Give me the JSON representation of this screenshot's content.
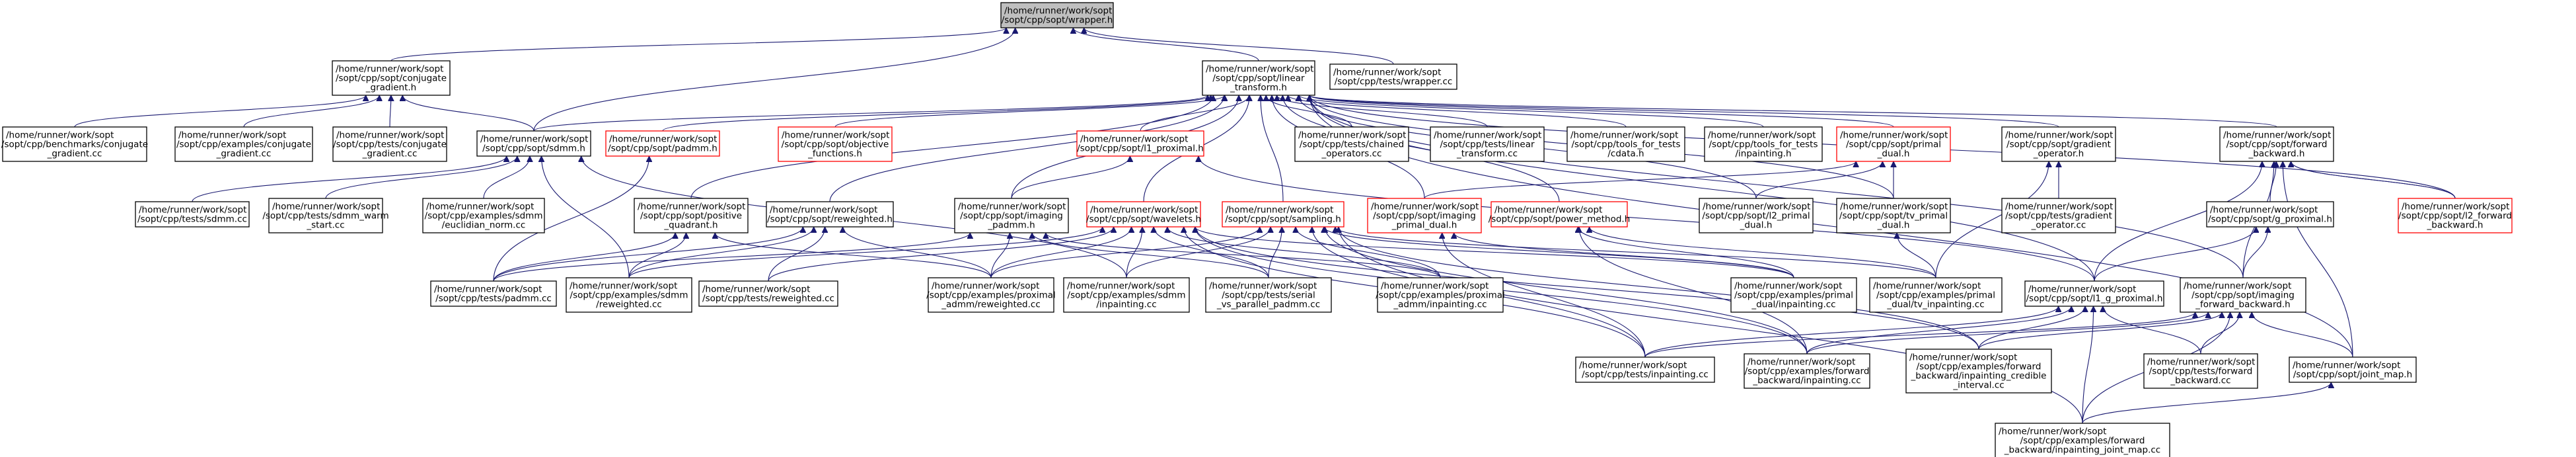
{
  "colors": {
    "root_fill": "#bfbfbf",
    "normal_fill": "#ffffff",
    "normal_border": "#000000",
    "highlight_border": "#ff0000",
    "edge": "#191970"
  },
  "nodes": [
    {
      "id": "root",
      "lines": [
        "/home/runner/work/sopt",
        "/sopt/cpp/sopt/wrapper.h"
      ],
      "style": "root"
    },
    {
      "id": "conjugate_gradient_h",
      "lines": [
        "/home/runner/work/sopt",
        "/sopt/cpp/sopt/conjugate",
        "_gradient.h"
      ],
      "style": "normal"
    },
    {
      "id": "linear_transform_h",
      "lines": [
        "/home/runner/work/sopt",
        "/sopt/cpp/sopt/linear",
        "_transform.h"
      ],
      "style": "normal"
    },
    {
      "id": "tests_wrapper_cc",
      "lines": [
        "/home/runner/work/sopt",
        "/sopt/cpp/tests/wrapper.cc"
      ],
      "style": "normal"
    },
    {
      "id": "benchmarks_conjugate_gradient_cc",
      "lines": [
        "/home/runner/work/sopt",
        "/sopt/cpp/benchmarks/conjugate",
        "_gradient.cc"
      ],
      "style": "normal"
    },
    {
      "id": "examples_conjugate_gradient_cc",
      "lines": [
        "/home/runner/work/sopt",
        "/sopt/cpp/examples/conjugate",
        "_gradient.cc"
      ],
      "style": "normal"
    },
    {
      "id": "tests_conjugate_gradient_cc",
      "lines": [
        "/home/runner/work/sopt",
        "/sopt/cpp/tests/conjugate",
        "_gradient.cc"
      ],
      "style": "normal"
    },
    {
      "id": "sdmm_h",
      "lines": [
        "/home/runner/work/sopt",
        "/sopt/cpp/sopt/sdmm.h"
      ],
      "style": "normal"
    },
    {
      "id": "padmm_h",
      "lines": [
        "/home/runner/work/sopt",
        "/sopt/cpp/sopt/padmm.h"
      ],
      "style": "highlight"
    },
    {
      "id": "objective_functions_h",
      "lines": [
        "/home/runner/work/sopt",
        "/sopt/cpp/sopt/objective",
        "_functions.h"
      ],
      "style": "highlight"
    },
    {
      "id": "l1_proximal_h",
      "lines": [
        "/home/runner/work/sopt",
        "/sopt/cpp/sopt/l1_proximal.h"
      ],
      "style": "highlight"
    },
    {
      "id": "tests_chained_operators_cc",
      "lines": [
        "/home/runner/work/sopt",
        "/sopt/cpp/tests/chained",
        "_operators.cc"
      ],
      "style": "normal"
    },
    {
      "id": "tests_linear_transform_cc",
      "lines": [
        "/home/runner/work/sopt",
        "/sopt/cpp/tests/linear",
        "_transform.cc"
      ],
      "style": "normal"
    },
    {
      "id": "tools_for_tests_cdata_h",
      "lines": [
        "/home/runner/work/sopt",
        "/sopt/cpp/tools_for_tests",
        "/cdata.h"
      ],
      "style": "normal"
    },
    {
      "id": "tools_for_tests_inpainting_h",
      "lines": [
        "/home/runner/work/sopt",
        "/sopt/cpp/tools_for_tests",
        "/inpainting.h"
      ],
      "style": "normal"
    },
    {
      "id": "primal_dual_h",
      "lines": [
        "/home/runner/work/sopt",
        "/sopt/cpp/sopt/primal",
        "_dual.h"
      ],
      "style": "highlight"
    },
    {
      "id": "gradient_operator_h",
      "lines": [
        "/home/runner/work/sopt",
        "/sopt/cpp/sopt/gradient",
        "_operator.h"
      ],
      "style": "normal"
    },
    {
      "id": "forward_backward_h",
      "lines": [
        "/home/runner/work/sopt",
        "/sopt/cpp/sopt/forward",
        "_backward.h"
      ],
      "style": "normal"
    },
    {
      "id": "tests_sdmm_cc",
      "lines": [
        "/home/runner/work/sopt",
        "/sopt/cpp/tests/sdmm.cc"
      ],
      "style": "normal"
    },
    {
      "id": "tests_sdmm_warm_start_cc",
      "lines": [
        "/home/runner/work/sopt",
        "/sopt/cpp/tests/sdmm_warm",
        "_start.cc"
      ],
      "style": "normal"
    },
    {
      "id": "examples_sdmm_euclidian_norm_cc",
      "lines": [
        "/home/runner/work/sopt",
        "/sopt/cpp/examples/sdmm",
        "/euclidian_norm.cc"
      ],
      "style": "normal"
    },
    {
      "id": "positive_quadrant_h",
      "lines": [
        "/home/runner/work/sopt",
        "/sopt/cpp/sopt/positive",
        "_quadrant.h"
      ],
      "style": "normal"
    },
    {
      "id": "reweighted_h",
      "lines": [
        "/home/runner/work/sopt",
        "/sopt/cpp/sopt/reweighted.h"
      ],
      "style": "normal"
    },
    {
      "id": "imaging_padmm_h",
      "lines": [
        "/home/runner/work/sopt",
        "/sopt/cpp/sopt/imaging",
        "_padmm.h"
      ],
      "style": "normal"
    },
    {
      "id": "wavelets_h",
      "lines": [
        "/home/runner/work/sopt",
        "/sopt/cpp/sopt/wavelets.h"
      ],
      "style": "highlight"
    },
    {
      "id": "sampling_h",
      "lines": [
        "/home/runner/work/sopt",
        "/sopt/cpp/sopt/sampling.h"
      ],
      "style": "highlight"
    },
    {
      "id": "imaging_primal_dual_h",
      "lines": [
        "/home/runner/work/sopt",
        "/sopt/cpp/sopt/imaging",
        "_primal_dual.h"
      ],
      "style": "highlight"
    },
    {
      "id": "power_method_h",
      "lines": [
        "/home/runner/work/sopt",
        "/sopt/cpp/sopt/power_method.h"
      ],
      "style": "highlight"
    },
    {
      "id": "l2_primal_dual_h",
      "lines": [
        "/home/runner/work/sopt",
        "/sopt/cpp/sopt/l2_primal",
        "_dual.h"
      ],
      "style": "normal"
    },
    {
      "id": "tv_primal_dual_h",
      "lines": [
        "/home/runner/work/sopt",
        "/sopt/cpp/sopt/tv_primal",
        "_dual.h"
      ],
      "style": "normal"
    },
    {
      "id": "tests_gradient_operator_cc",
      "lines": [
        "/home/runner/work/sopt",
        "/sopt/cpp/tests/gradient",
        "_operator.cc"
      ],
      "style": "normal"
    },
    {
      "id": "g_proximal_h",
      "lines": [
        "/home/runner/work/sopt",
        "/sopt/cpp/sopt/g_proximal.h"
      ],
      "style": "normal"
    },
    {
      "id": "l2_forward_backward_h",
      "lines": [
        "/home/runner/work/sopt",
        "/sopt/cpp/sopt/l2_forward",
        "_backward.h"
      ],
      "style": "highlight"
    },
    {
      "id": "tests_padmm_cc",
      "lines": [
        "/home/runner/work/sopt",
        "/sopt/cpp/tests/padmm.cc"
      ],
      "style": "normal"
    },
    {
      "id": "examples_sdmm_reweighted_cc",
      "lines": [
        "/home/runner/work/sopt",
        "/sopt/cpp/examples/sdmm",
        "/reweighted.cc"
      ],
      "style": "normal"
    },
    {
      "id": "tests_reweighted_cc",
      "lines": [
        "/home/runner/work/sopt",
        "/sopt/cpp/tests/reweighted.cc"
      ],
      "style": "normal"
    },
    {
      "id": "examples_proximal_admm_reweighted_cc",
      "lines": [
        "/home/runner/work/sopt",
        "/sopt/cpp/examples/proximal",
        "_admm/reweighted.cc"
      ],
      "style": "normal"
    },
    {
      "id": "examples_sdmm_inpainting_cc",
      "lines": [
        "/home/runner/work/sopt",
        "/sopt/cpp/examples/sdmm",
        "/inpainting.cc"
      ],
      "style": "normal"
    },
    {
      "id": "tests_serial_vs_parallel_padmm_cc",
      "lines": [
        "/home/runner/work/sopt",
        "/sopt/cpp/tests/serial",
        "_vs_parallel_padmm.cc"
      ],
      "style": "normal"
    },
    {
      "id": "examples_proximal_admm_inpainting_cc",
      "lines": [
        "/home/runner/work/sopt",
        "/sopt/cpp/examples/proximal",
        "_admm/inpainting.cc"
      ],
      "style": "normal"
    },
    {
      "id": "examples_primal_dual_inpainting_cc",
      "lines": [
        "/home/runner/work/sopt",
        "/sopt/cpp/examples/primal",
        "_dual/inpainting.cc"
      ],
      "style": "normal"
    },
    {
      "id": "examples_primal_dual_tv_inpainting_cc",
      "lines": [
        "/home/runner/work/sopt",
        "/sopt/cpp/examples/primal",
        "_dual/tv_inpainting.cc"
      ],
      "style": "normal"
    },
    {
      "id": "l1_g_proximal_h",
      "lines": [
        "/home/runner/work/sopt",
        "/sopt/cpp/sopt/l1_g_proximal.h"
      ],
      "style": "normal"
    },
    {
      "id": "imaging_forward_backward_h",
      "lines": [
        "/home/runner/work/sopt",
        "/sopt/cpp/sopt/imaging",
        "_forward_backward.h"
      ],
      "style": "normal"
    },
    {
      "id": "tests_inpainting_cc",
      "lines": [
        "/home/runner/work/sopt",
        "/sopt/cpp/tests/inpainting.cc"
      ],
      "style": "normal"
    },
    {
      "id": "examples_forward_backward_inpainting_cc",
      "lines": [
        "/home/runner/work/sopt",
        "/sopt/cpp/examples/forward",
        "_backward/inpainting.cc"
      ],
      "style": "normal"
    },
    {
      "id": "examples_forward_backward_inpainting_credible_interval_cc",
      "lines": [
        "/home/runner/work/sopt",
        "/sopt/cpp/examples/forward",
        "_backward/inpainting_credible",
        "_interval.cc"
      ],
      "style": "normal"
    },
    {
      "id": "tests_forward_backward_cc",
      "lines": [
        "/home/runner/work/sopt",
        "/sopt/cpp/tests/forward",
        "_backward.cc"
      ],
      "style": "normal"
    },
    {
      "id": "joint_map_h",
      "lines": [
        "/home/runner/work/sopt",
        "/sopt/cpp/sopt/joint_map.h"
      ],
      "style": "normal"
    },
    {
      "id": "examples_forward_backward_inpainting_joint_map_cc",
      "lines": [
        "/home/runner/work/sopt",
        "/sopt/cpp/examples/forward",
        "_backward/inpainting_joint_map.cc"
      ],
      "style": "normal"
    }
  ],
  "edges": [
    [
      "conjugate_gradient_h",
      "root"
    ],
    [
      "linear_transform_h",
      "root"
    ],
    [
      "tests_wrapper_cc",
      "root"
    ],
    [
      "sdmm_h",
      "root"
    ],
    [
      "benchmarks_conjugate_gradient_cc",
      "conjugate_gradient_h"
    ],
    [
      "examples_conjugate_gradient_cc",
      "conjugate_gradient_h"
    ],
    [
      "tests_conjugate_gradient_cc",
      "conjugate_gradient_h"
    ],
    [
      "sdmm_h",
      "conjugate_gradient_h"
    ],
    [
      "sdmm_h",
      "linear_transform_h"
    ],
    [
      "padmm_h",
      "linear_transform_h"
    ],
    [
      "objective_functions_h",
      "linear_transform_h"
    ],
    [
      "l1_proximal_h",
      "linear_transform_h"
    ],
    [
      "tests_chained_operators_cc",
      "linear_transform_h"
    ],
    [
      "tests_linear_transform_cc",
      "linear_transform_h"
    ],
    [
      "tools_for_tests_cdata_h",
      "linear_transform_h"
    ],
    [
      "tools_for_tests_inpainting_h",
      "linear_transform_h"
    ],
    [
      "primal_dual_h",
      "linear_transform_h"
    ],
    [
      "gradient_operator_h",
      "linear_transform_h"
    ],
    [
      "forward_backward_h",
      "linear_transform_h"
    ],
    [
      "l2_forward_backward_h",
      "linear_transform_h"
    ],
    [
      "positive_quadrant_h",
      "linear_transform_h"
    ],
    [
      "reweighted_h",
      "linear_transform_h"
    ],
    [
      "imaging_padmm_h",
      "linear_transform_h"
    ],
    [
      "wavelets_h",
      "linear_transform_h"
    ],
    [
      "sampling_h",
      "linear_transform_h"
    ],
    [
      "imaging_primal_dual_h",
      "linear_transform_h"
    ],
    [
      "power_method_h",
      "linear_transform_h"
    ],
    [
      "l2_primal_dual_h",
      "linear_transform_h"
    ],
    [
      "tv_primal_dual_h",
      "linear_transform_h"
    ],
    [
      "l1_g_proximal_h",
      "linear_transform_h"
    ],
    [
      "imaging_forward_backward_h",
      "linear_transform_h"
    ],
    [
      "joint_map_h",
      "linear_transform_h"
    ],
    [
      "tests_sdmm_cc",
      "sdmm_h"
    ],
    [
      "tests_sdmm_warm_start_cc",
      "sdmm_h"
    ],
    [
      "examples_sdmm_euclidian_norm_cc",
      "sdmm_h"
    ],
    [
      "examples_sdmm_reweighted_cc",
      "sdmm_h"
    ],
    [
      "examples_sdmm_inpainting_cc",
      "sdmm_h"
    ],
    [
      "tests_padmm_cc",
      "padmm_h"
    ],
    [
      "imaging_padmm_h",
      "l1_proximal_h"
    ],
    [
      "l1_g_proximal_h",
      "l1_proximal_h"
    ],
    [
      "l2_primal_dual_h",
      "primal_dual_h"
    ],
    [
      "imaging_primal_dual_h",
      "primal_dual_h"
    ],
    [
      "tv_primal_dual_h",
      "primal_dual_h"
    ],
    [
      "tests_gradient_operator_cc",
      "gradient_operator_h"
    ],
    [
      "examples_primal_dual_tv_inpainting_cc",
      "gradient_operator_h"
    ],
    [
      "g_proximal_h",
      "forward_backward_h"
    ],
    [
      "l2_forward_backward_h",
      "forward_backward_h"
    ],
    [
      "imaging_forward_backward_h",
      "forward_backward_h"
    ],
    [
      "l1_g_proximal_h",
      "forward_backward_h"
    ],
    [
      "joint_map_h",
      "forward_backward_h"
    ],
    [
      "tests_padmm_cc",
      "positive_quadrant_h"
    ],
    [
      "examples_sdmm_reweighted_cc",
      "positive_quadrant_h"
    ],
    [
      "examples_proximal_admm_reweighted_cc",
      "positive_quadrant_h"
    ],
    [
      "tests_padmm_cc",
      "reweighted_h"
    ],
    [
      "examples_sdmm_reweighted_cc",
      "reweighted_h"
    ],
    [
      "tests_reweighted_cc",
      "reweighted_h"
    ],
    [
      "examples_proximal_admm_reweighted_cc",
      "reweighted_h"
    ],
    [
      "tests_padmm_cc",
      "imaging_padmm_h"
    ],
    [
      "examples_proximal_admm_reweighted_cc",
      "imaging_padmm_h"
    ],
    [
      "tests_serial_vs_parallel_padmm_cc",
      "imaging_padmm_h"
    ],
    [
      "examples_proximal_admm_inpainting_cc",
      "imaging_padmm_h"
    ],
    [
      "examples_sdmm_reweighted_cc",
      "wavelets_h"
    ],
    [
      "tests_reweighted_cc",
      "wavelets_h"
    ],
    [
      "examples_proximal_admm_reweighted_cc",
      "wavelets_h"
    ],
    [
      "examples_sdmm_inpainting_cc",
      "wavelets_h"
    ],
    [
      "tests_serial_vs_parallel_padmm_cc",
      "wavelets_h"
    ],
    [
      "examples_proximal_admm_inpainting_cc",
      "wavelets_h"
    ],
    [
      "examples_primal_dual_inpainting_cc",
      "wavelets_h"
    ],
    [
      "tests_inpainting_cc",
      "wavelets_h"
    ],
    [
      "examples_forward_backward_inpainting_cc",
      "wavelets_h"
    ],
    [
      "examples_forward_backward_inpainting_credible_interval_cc",
      "wavelets_h"
    ],
    [
      "examples_proximal_admm_reweighted_cc",
      "sampling_h"
    ],
    [
      "examples_sdmm_inpainting_cc",
      "sampling_h"
    ],
    [
      "tests_serial_vs_parallel_padmm_cc",
      "sampling_h"
    ],
    [
      "examples_proximal_admm_inpainting_cc",
      "sampling_h"
    ],
    [
      "examples_primal_dual_inpainting_cc",
      "sampling_h"
    ],
    [
      "examples_primal_dual_tv_inpainting_cc",
      "sampling_h"
    ],
    [
      "tests_inpainting_cc",
      "sampling_h"
    ],
    [
      "examples_forward_backward_inpainting_cc",
      "sampling_h"
    ],
    [
      "examples_forward_backward_inpainting_credible_interval_cc",
      "sampling_h"
    ],
    [
      "examples_forward_backward_inpainting_joint_map_cc",
      "sampling_h"
    ],
    [
      "examples_primal_dual_inpainting_cc",
      "imaging_primal_dual_h"
    ],
    [
      "tests_inpainting_cc",
      "imaging_primal_dual_h"
    ],
    [
      "examples_primal_dual_inpainting_cc",
      "power_method_h"
    ],
    [
      "examples_primal_dual_tv_inpainting_cc",
      "power_method_h"
    ],
    [
      "examples_forward_backward_inpainting_cc",
      "power_method_h"
    ],
    [
      "examples_primal_dual_tv_inpainting_cc",
      "tv_primal_dual_h"
    ],
    [
      "l1_g_proximal_h",
      "g_proximal_h"
    ],
    [
      "imaging_forward_backward_h",
      "g_proximal_h"
    ],
    [
      "l2_forward_backward_h",
      "forward_backward_h"
    ],
    [
      "tests_inpainting_cc",
      "l1_g_proximal_h"
    ],
    [
      "examples_forward_backward_inpainting_cc",
      "l1_g_proximal_h"
    ],
    [
      "examples_forward_backward_inpainting_credible_interval_cc",
      "l1_g_proximal_h"
    ],
    [
      "tests_forward_backward_cc",
      "l1_g_proximal_h"
    ],
    [
      "examples_forward_backward_inpainting_joint_map_cc",
      "l1_g_proximal_h"
    ],
    [
      "tests_inpainting_cc",
      "imaging_forward_backward_h"
    ],
    [
      "examples_forward_backward_inpainting_cc",
      "imaging_forward_backward_h"
    ],
    [
      "examples_forward_backward_inpainting_credible_interval_cc",
      "imaging_forward_backward_h"
    ],
    [
      "tests_forward_backward_cc",
      "imaging_forward_backward_h"
    ],
    [
      "joint_map_h",
      "imaging_forward_backward_h"
    ],
    [
      "examples_forward_backward_inpainting_joint_map_cc",
      "imaging_forward_backward_h"
    ],
    [
      "examples_forward_backward_inpainting_joint_map_cc",
      "joint_map_h"
    ]
  ]
}
